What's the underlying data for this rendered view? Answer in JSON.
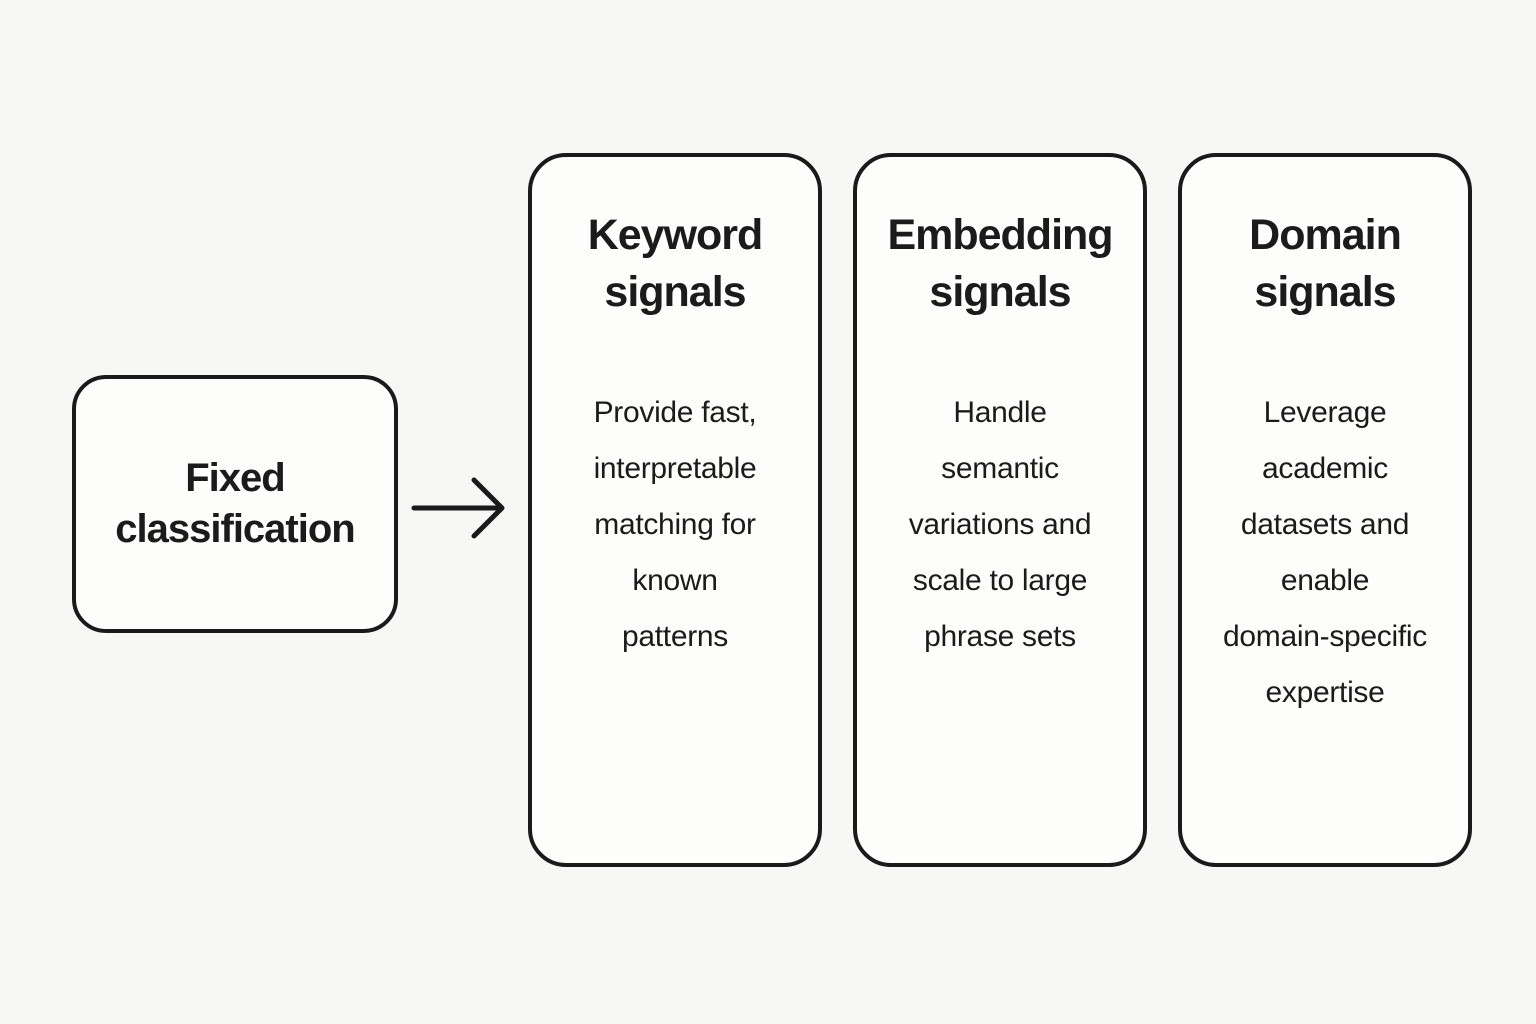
{
  "diagram": {
    "source_node": {
      "label": "Fixed\nclassification"
    },
    "arrow": {
      "icon": "arrow-right-icon",
      "direction": "right"
    },
    "cards": [
      {
        "title": "Keyword\nsignals",
        "body": "Provide fast,\ninterpretable\nmatching for\nknown\npatterns"
      },
      {
        "title": "Embedding\nsignals",
        "body": "Handle\nsemantic\nvariations and\nscale to large\nphrase sets"
      },
      {
        "title": "Domain\nsignals",
        "body": "Leverage\nacademic\ndatasets and\nenable\ndomain-specific\nexpertise"
      }
    ],
    "colors": {
      "page_background": "#f7f7f6",
      "card_background": "#fdfdfc",
      "border": "#1a1a1a",
      "text": "#1b1b1b"
    }
  }
}
